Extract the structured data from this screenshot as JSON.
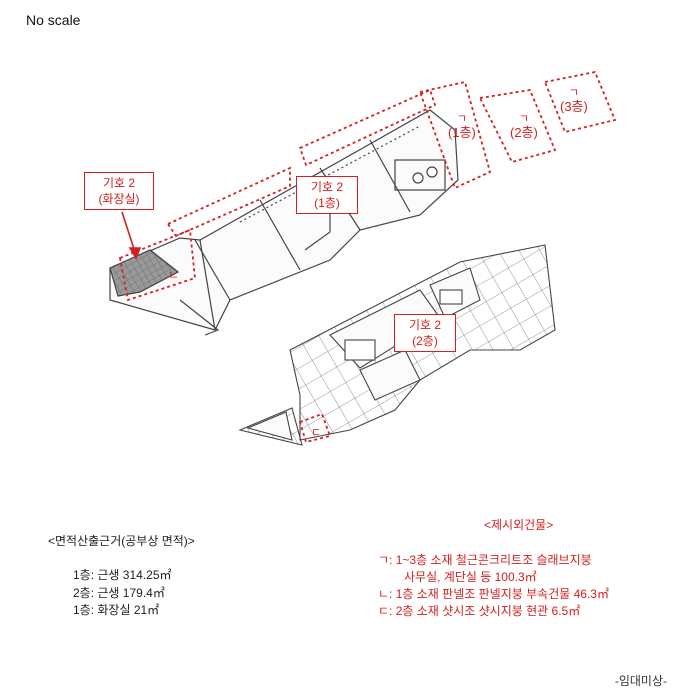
{
  "scale_note": "No scale",
  "callouts": {
    "toilet": {
      "line1": "기호 2",
      "line2": "(화장실)"
    },
    "floor1": {
      "line1": "기호 2",
      "line2": "(1층)"
    },
    "floor2": {
      "line1": "기호 2",
      "line2": "(2층)"
    }
  },
  "floor_tags": [
    {
      "glyph": "ㄱ",
      "label": "(1층)"
    },
    {
      "glyph": "ㄱ",
      "label": "(2층)"
    },
    {
      "glyph": "ㄱ",
      "label": "(3층)"
    }
  ],
  "small_marks": {
    "left": "ㄴ",
    "lower": "ㄷ"
  },
  "area_calc": {
    "title": "<면적산출근거(공부상 면적)>",
    "rows": [
      "1층: 근생 314.25㎡",
      "2층: 근생 179.4㎡",
      "1층: 화장실 21㎡"
    ]
  },
  "excluded_buildings": {
    "title": "<제시외건물>",
    "rows": [
      "ㄱ:  1~3층 소재 철근콘크리트조 슬래브지붕",
      "사무실, 계단실 등  100.3㎡",
      "ㄴ:  1층 소재 판넬조 판넬지붕 부속건물 46.3㎡",
      "ㄷ:  2층 소재 샷시조 샷시지붕 현관 6.5㎡"
    ]
  },
  "footer_note": "-임대미상-",
  "colors": {
    "accent_red": "#d32020",
    "line": "#555555"
  }
}
